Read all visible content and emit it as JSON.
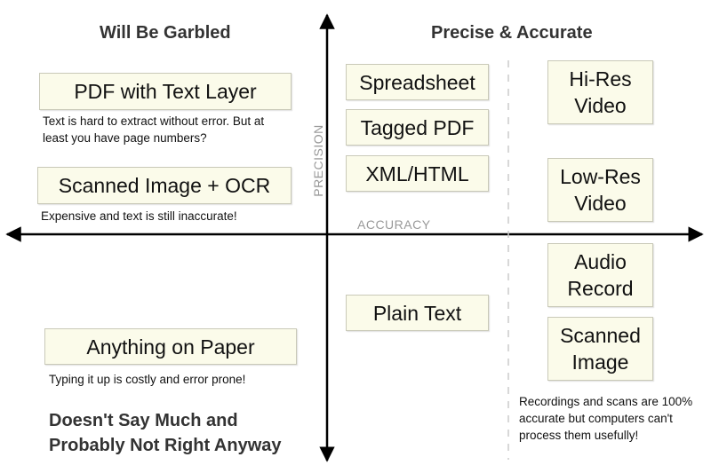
{
  "quadrant_headings": {
    "top_left": "Will Be Garbled",
    "top_right": "Precise & Accurate"
  },
  "axes": {
    "vertical_label": "PRECISION",
    "horizontal_label": "ACCURACY"
  },
  "boxes": {
    "pdf_text_layer": "PDF with Text Layer",
    "scanned_ocr": "Scanned Image + OCR",
    "anything_paper": "Anything on Paper",
    "spreadsheet": "Spreadsheet",
    "tagged_pdf": "Tagged PDF",
    "xml_html": "XML/HTML",
    "plain_text": "Plain Text",
    "hires_video": "Hi-Res\nVideo",
    "lowres_video": "Low-Res\nVideo",
    "audio_record": "Audio\nRecord",
    "scanned_image": "Scanned\nImage"
  },
  "notes": {
    "pdf_note": "Text is hard to extract without error. But at\nleast you have page numbers?",
    "ocr_note": "Expensive and text is still inaccurate!",
    "paper_note": "Typing it up is costly and error prone!",
    "recordings_note": "Recordings and scans are 100%\naccurate but computers can't\nprocess them usefully!"
  },
  "bottom_left_text": "Doesn't Say Much and\nProbably Not Right Anyway",
  "colors": {
    "box_fill": "#fbfbea",
    "box_border": "#c9c9b8",
    "axis": "#000000",
    "axis_label": "#999999",
    "divider": "#cccccc"
  }
}
